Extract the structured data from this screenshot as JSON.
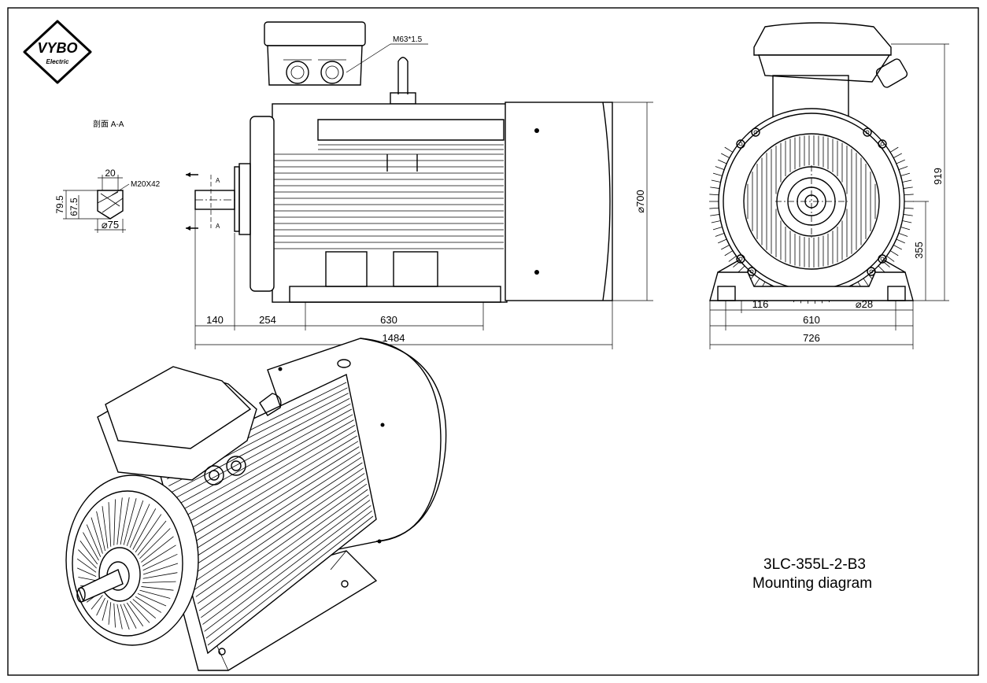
{
  "logo": {
    "brand": "VYBO",
    "sub": "Electric"
  },
  "section": {
    "title": "剖面 A-A",
    "key_width": "20",
    "thread": "M20X42",
    "dim_79": "79.5",
    "dim_67": "67.5",
    "shaft_dia": "⌀75"
  },
  "side_view": {
    "cable_gland": "M63*1.5",
    "section_mark": "A",
    "dia_700": "⌀700",
    "dims": {
      "d140": "140",
      "d254": "254",
      "d630": "630",
      "d1484": "1484"
    }
  },
  "end_view": {
    "d919": "919",
    "d355": "355",
    "d116": "116",
    "d610": "610",
    "d28": "⌀28",
    "d726": "726"
  },
  "caption": {
    "model": "3LC-355L-2-B3",
    "subtitle": "Mounting diagram"
  }
}
